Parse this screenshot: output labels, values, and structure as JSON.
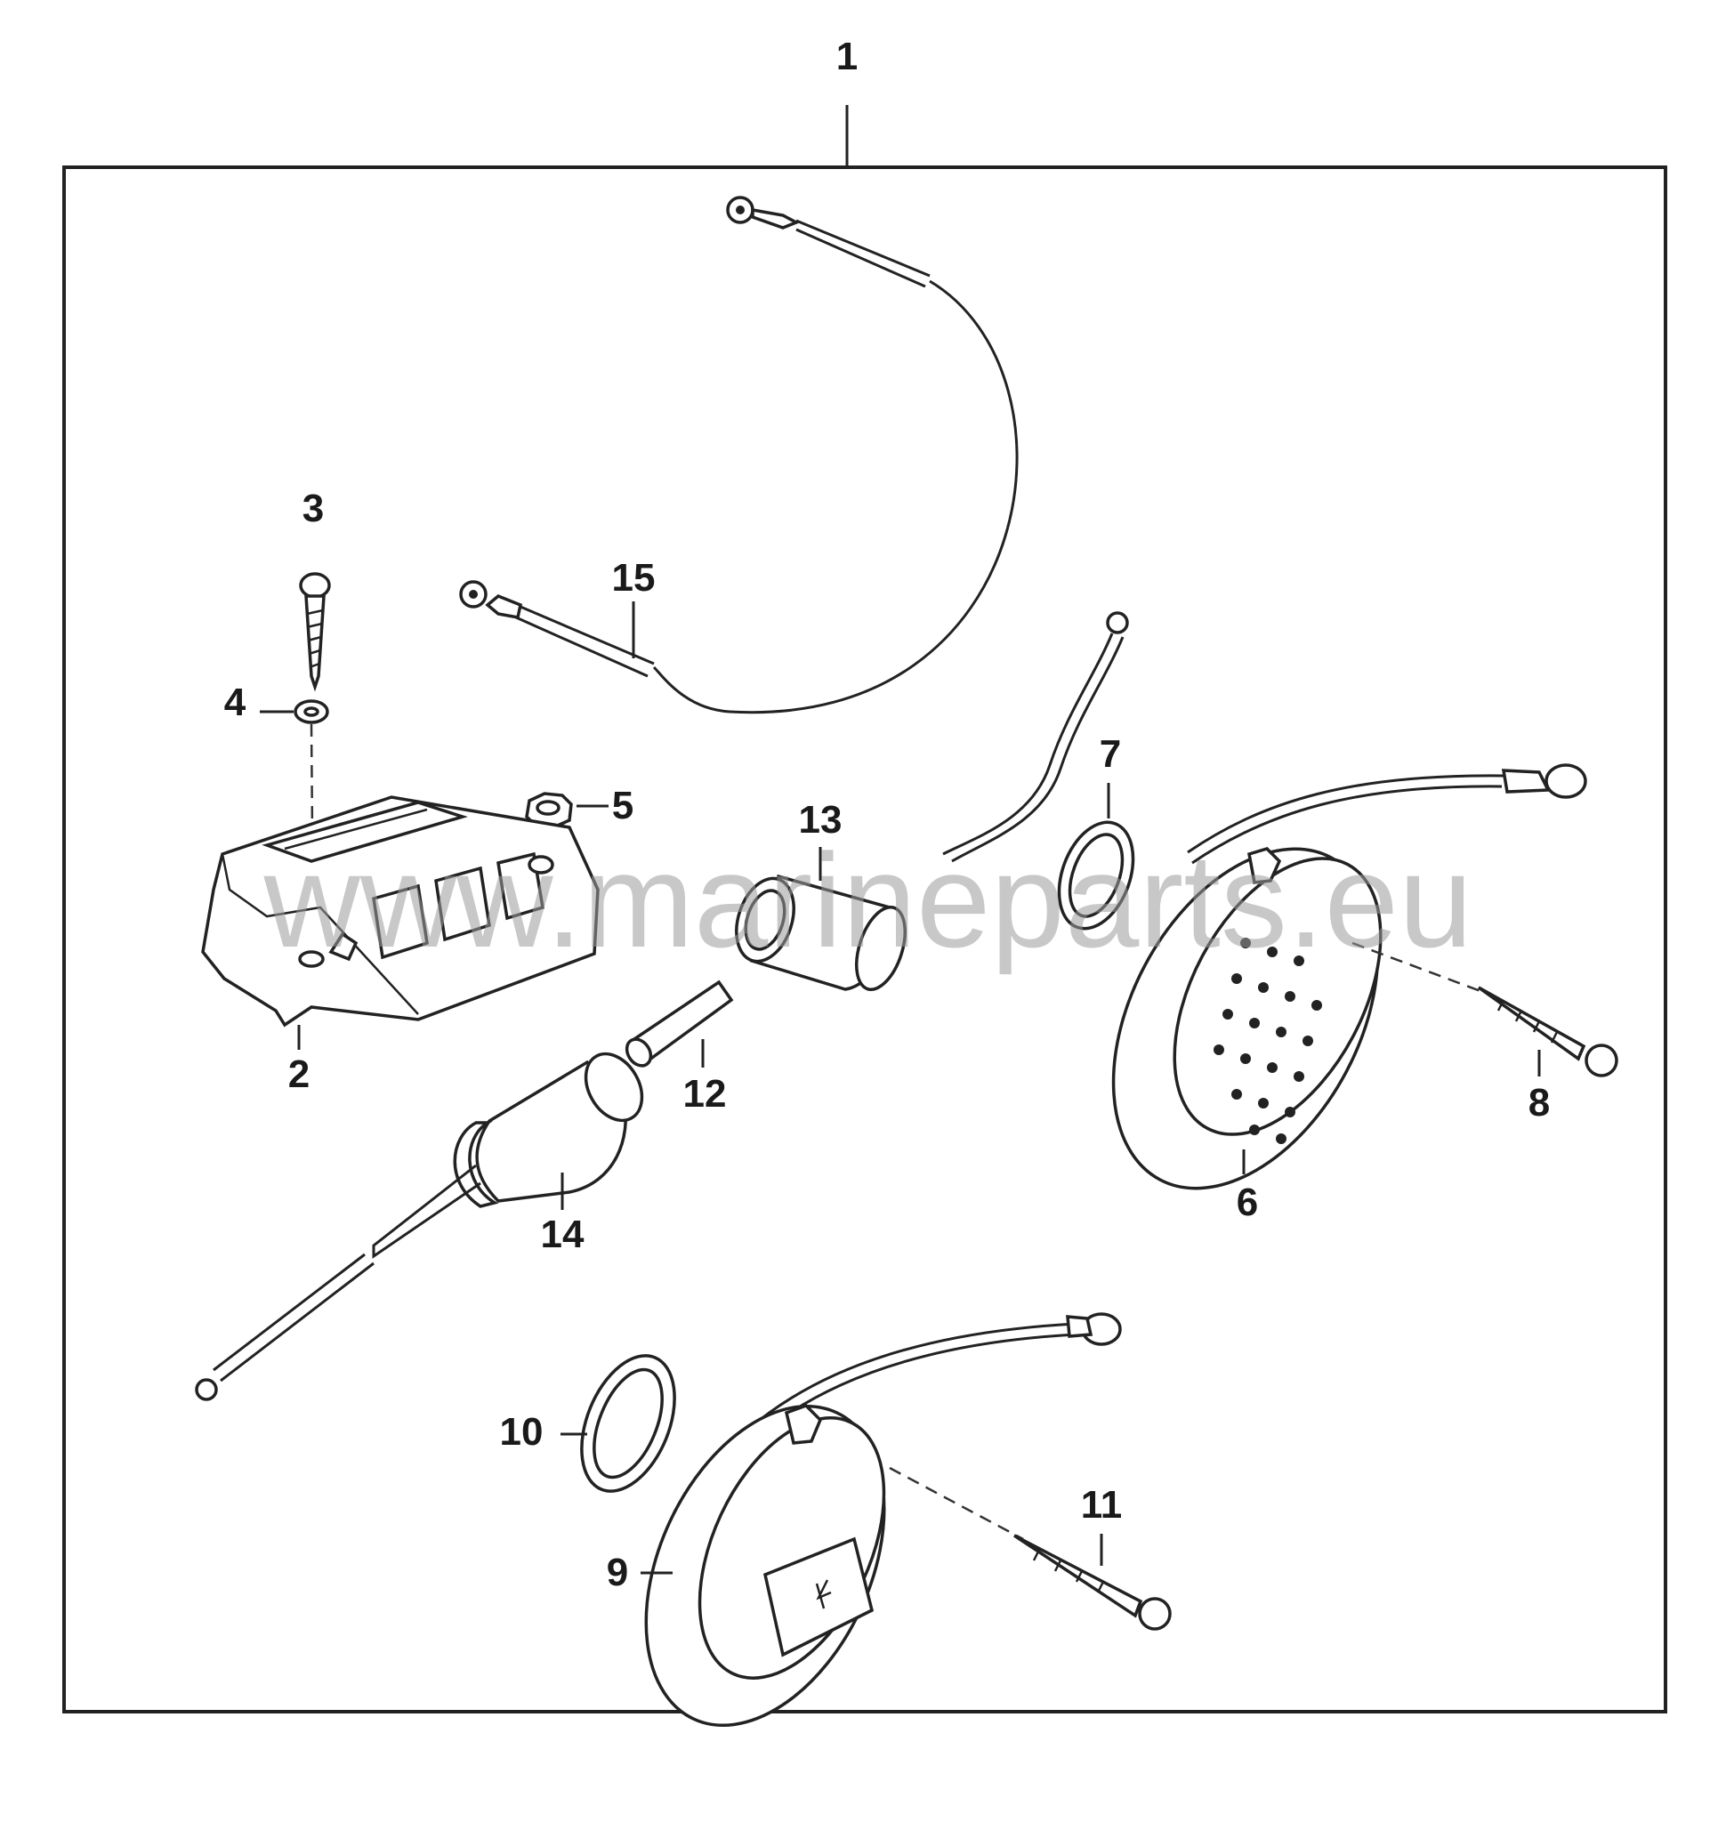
{
  "watermark": "www.marineparts.eu",
  "callouts": [
    "1",
    "2",
    "3",
    "4",
    "5",
    "6",
    "7",
    "8",
    "9",
    "10",
    "11",
    "12",
    "13",
    "14",
    "15"
  ]
}
